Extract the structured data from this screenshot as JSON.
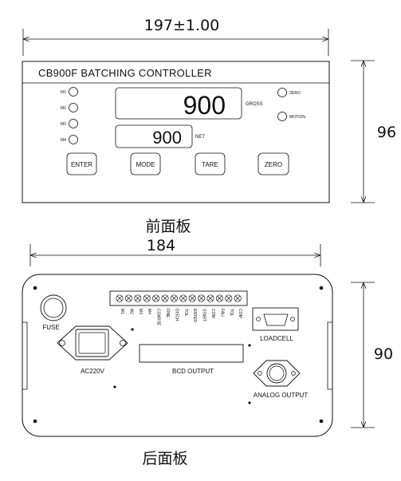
{
  "dimensions": {
    "front_width": "197±1.00",
    "front_height": "96",
    "rear_width": "184",
    "rear_height": "90"
  },
  "captions": {
    "front": "前面板",
    "rear": "后面板"
  },
  "front_panel": {
    "title": "CB900F BATCHING CONTROLLER",
    "gross_value": "900",
    "gross_label": "GROSS",
    "net_value": "900",
    "net_label": "NET",
    "indicators": [
      "M1",
      "M2",
      "M3",
      "M4"
    ],
    "status_lights": [
      "ZERO",
      "MOTION"
    ],
    "buttons": [
      "ENTER",
      "MODE",
      "TARE",
      "ZERO"
    ]
  },
  "rear_panel": {
    "fuse_label": "FUSE",
    "power_label": "AC220V",
    "bcd_label": "BCD OUTPUT",
    "loadcell_label": "LOADCELL",
    "analog_label": "ANALOG OUTPUT",
    "terminals": [
      "M1",
      "M2",
      "M3",
      "M4",
      "COARSE",
      "FINE",
      "DISCH",
      "TOL",
      "ENTER",
      "START",
      "COM",
      "FAU",
      "TOL",
      "COM"
    ]
  }
}
